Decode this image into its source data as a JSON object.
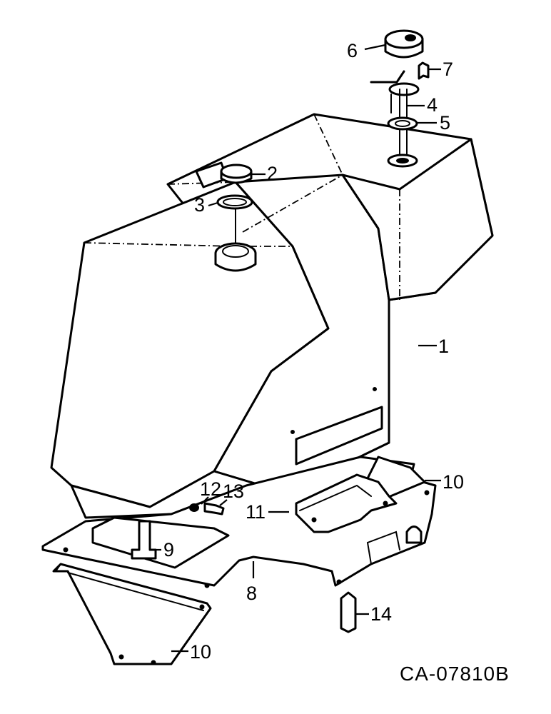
{
  "drawing_number": "CA-07810B",
  "callouts": {
    "c1": "1",
    "c2": "2",
    "c3": "3",
    "c4": "4",
    "c5": "5",
    "c6": "6",
    "c7": "7",
    "c8": "8",
    "c9": "9",
    "c10a": "10",
    "c10b": "10",
    "c11": "11",
    "c12": "12",
    "c13": "13",
    "c14": "14"
  }
}
